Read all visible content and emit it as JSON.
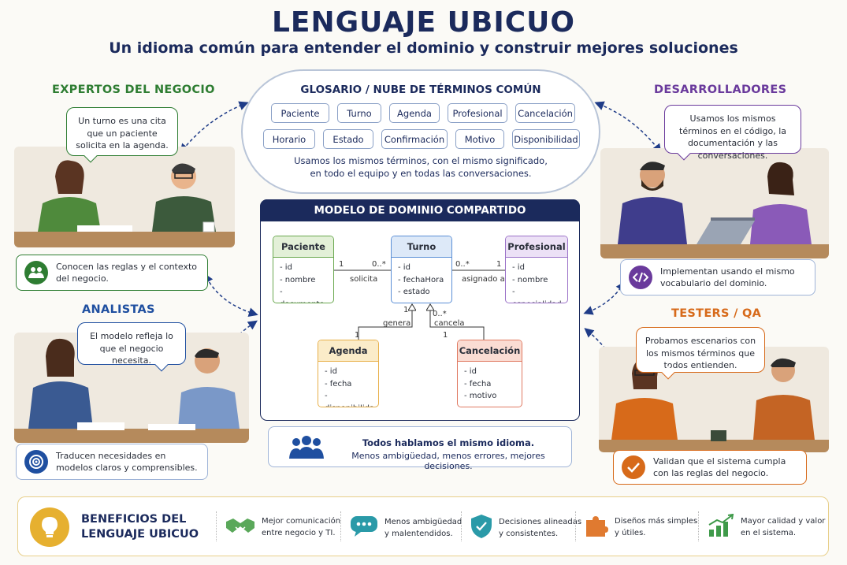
{
  "header": {
    "title": "LENGUAJE UBICUO",
    "subtitle": "Un idioma común para entender el dominio y construir mejores soluciones"
  },
  "colors": {
    "navy": "#1b2a5c",
    "green": "#2e7d32",
    "purple": "#6a3a9c",
    "blue": "#1f4fa0",
    "orange": "#d76a1a",
    "gold": "#e6b030"
  },
  "glossary": {
    "title": "GLOSARIO / NUBE DE TÉRMINOS COMÚN",
    "terms_row1": [
      "Paciente",
      "Turno",
      "Agenda",
      "Profesional",
      "Cancelación"
    ],
    "terms_row2": [
      "Horario",
      "Estado",
      "Confirmación",
      "Motivo",
      "Disponibilidad"
    ],
    "note_line1": "Usamos los mismos términos, con el mismo significado,",
    "note_line2": "en todo el equipo y en todas las conversaciones."
  },
  "groups": {
    "experts": {
      "heading": "EXPERTOS DEL NEGOCIO",
      "quote": "Un turno es una cita que un paciente solicita en la agenda.",
      "role": "Conocen las reglas y el contexto del negocio.",
      "icon": "people-icon"
    },
    "analysts": {
      "heading": "ANALISTAS",
      "quote": "El modelo refleja lo que el negocio necesita.",
      "role": "Traducen necesidades en modelos claros y comprensibles.",
      "icon": "target-icon"
    },
    "developers": {
      "heading": "DESARROLLADORES",
      "quote": "Usamos los mismos términos en el código, la documentación y las conversaciones.",
      "role": "Implementan usando el mismo vocabulario del dominio.",
      "icon": "code-icon"
    },
    "testers": {
      "heading": "TESTERS / QA",
      "quote": "Probamos escenarios con los mismos términos que todos entienden.",
      "role": "Validan que el sistema cumpla con las reglas del negocio.",
      "icon": "check-icon"
    }
  },
  "model": {
    "title": "MODELO DE DOMINIO COMPARTIDO",
    "classes": {
      "paciente": {
        "name": "Paciente",
        "attrs": [
          "- id",
          "- nombre",
          "- documento"
        ]
      },
      "turno": {
        "name": "Turno",
        "attrs": [
          "- id",
          "- fechaHora",
          "- estado"
        ]
      },
      "profesional": {
        "name": "Profesional",
        "attrs": [
          "- id",
          "- nombre",
          "- especialidad"
        ]
      },
      "agenda": {
        "name": "Agenda",
        "attrs": [
          "- id",
          "- fecha",
          "- disponibilidad"
        ]
      },
      "cancelacion": {
        "name": "Cancelación",
        "attrs": [
          "- id",
          "- fecha",
          "- motivo"
        ]
      }
    },
    "relations": {
      "solicita": "solicita",
      "asignado": "asignado a",
      "genera": "genera",
      "cancela": "cancela",
      "m_one": "1",
      "m_many": "0..*"
    }
  },
  "shared": {
    "line1": "Todos hablamos el mismo idioma.",
    "line2": "Menos ambigüedad, menos errores, mejores decisiones."
  },
  "benefits": {
    "title_line1": "BENEFICIOS DEL",
    "title_line2": "LENGUAJE UBICUO",
    "items": [
      {
        "l1": "Mejor comunicación",
        "l2": "entre negocio y TI.",
        "icon": "handshake-icon"
      },
      {
        "l1": "Menos ambigüedad",
        "l2": "y malentendidos.",
        "icon": "chat-icon"
      },
      {
        "l1": "Decisiones alineadas",
        "l2": "y consistentes.",
        "icon": "shield-check-icon"
      },
      {
        "l1": "Diseños más simples",
        "l2": "y útiles.",
        "icon": "puzzle-icon"
      },
      {
        "l1": "Mayor calidad y valor",
        "l2": "en el sistema.",
        "icon": "growth-chart-icon"
      }
    ]
  }
}
